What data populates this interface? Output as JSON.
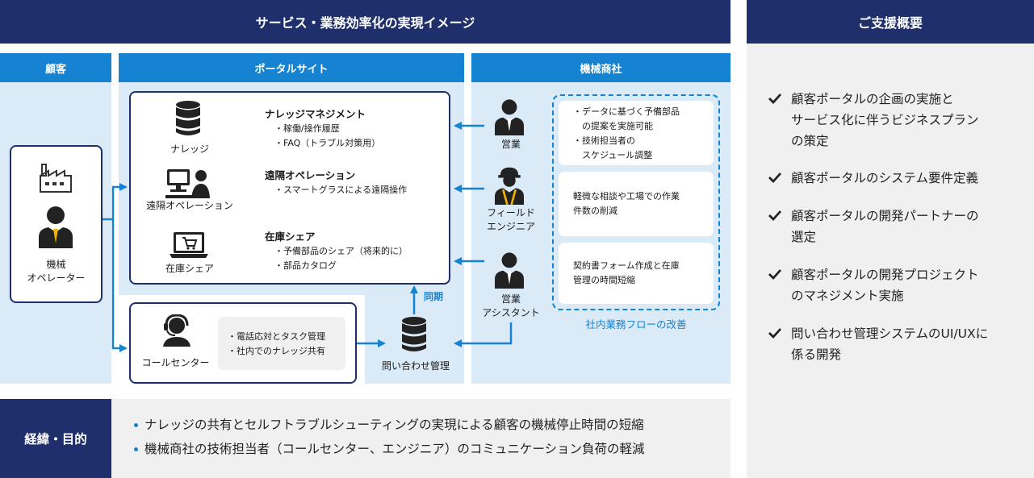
{
  "header": {
    "main_title": "サービス・業務効率化の実現イメージ",
    "support_title": "ご支援概要"
  },
  "columns": {
    "customer": "顧客",
    "portal": "ポータルサイト",
    "maker": "機械商社"
  },
  "customer": {
    "operator_label_1": "機械",
    "operator_label_2": "オペレーター"
  },
  "portal": {
    "knowledge_label": "ナレッジ",
    "remote_label": "遠隔オペレーション",
    "stock_label": "在庫シェア",
    "cards": [
      {
        "title": "ナレッジマネジメント",
        "items": [
          "・稼働/操作履歴",
          "・FAQ（トラブル対策用）"
        ]
      },
      {
        "title": "遠隔オペレーション",
        "items": [
          "・スマートグラスによる遠隔操作"
        ]
      },
      {
        "title": "在庫シェア",
        "items": [
          "・予備部品のシェア（将来的に）",
          "・部品カタログ"
        ]
      }
    ],
    "sync_label": "同期",
    "call_center_label": "コールセンター",
    "call_center_items": [
      "・電話応対とタスク管理",
      "・社内でのナレッジ共有"
    ],
    "inquiry_label": "問い合わせ管理"
  },
  "maker": {
    "sales_label": "営業",
    "field_label_1": "フィールド",
    "field_label_2": "エンジニア",
    "assistant_label_1": "営業",
    "assistant_label_2": "アシスタント",
    "improvements": [
      [
        "・データに基づく予備部品",
        "　の提案を実施可能",
        "・技術担当者の",
        "　スケジュール調整"
      ],
      [
        "軽微な相談や工場での作業",
        "件数の削減"
      ],
      [
        "契約書フォーム作成と在庫",
        "管理の時間短縮"
      ]
    ],
    "improvement_caption": "社内業務フローの改善"
  },
  "goals": {
    "label": "経緯・目的",
    "items": [
      "ナレッジの共有とセルフトラブルシューティングの実現による顧客の機械停止時間の短縮",
      "機械商社の技術担当者（コールセンター、エンジニア）のコミュニケーション負荷の軽減"
    ]
  },
  "support": {
    "items": [
      [
        "顧客ポータルの企画の実施と",
        "サービス化に伴うビジネスプラン",
        "の策定"
      ],
      [
        "顧客ポータルのシステム要件定義"
      ],
      [
        "顧客ポータルの開発パートナーの",
        "選定"
      ],
      [
        "顧客ポータルの開発プロジェクト",
        "のマネジメント実施"
      ],
      [
        "問い合わせ管理システムのUI/UXに",
        "係る開発"
      ]
    ]
  },
  "colors": {
    "navy": "#1f2f6b",
    "blue": "#1583d2",
    "light": "#daeaf7",
    "grey": "#f0f0f0"
  }
}
